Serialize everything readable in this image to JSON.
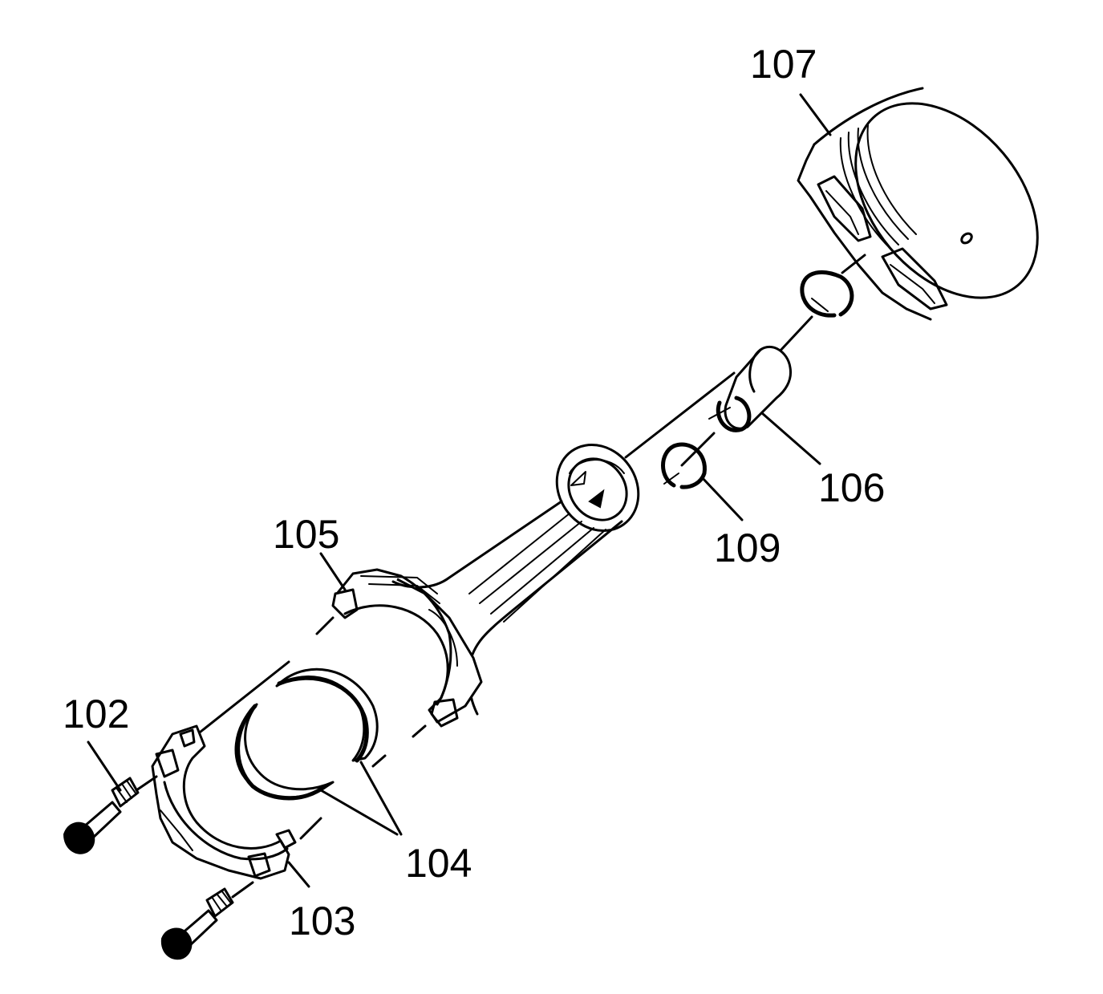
{
  "callouts": {
    "c107": "107",
    "c106": "106",
    "c109": "109",
    "c105": "105",
    "c102": "102",
    "c104": "104",
    "c103": "103"
  },
  "colors": {
    "ink": "#000000",
    "paper": "#ffffff"
  }
}
